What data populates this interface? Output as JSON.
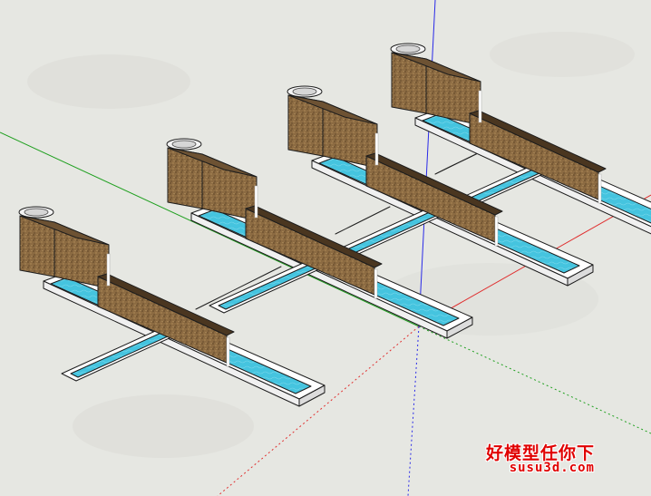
{
  "viewport": {
    "name": "3D model viewport"
  },
  "watermark": {
    "site_name": "好模型任你下",
    "url": "susu3d.com",
    "color": "#e00000"
  },
  "colors": {
    "background": "#e6e7e2",
    "water": "#44c3de",
    "water_dark": "#2ba7c8",
    "stone": "#8a6a40",
    "stone_dark": "#5a4326",
    "rim": "#ffffff",
    "edge": "#1d1d1d",
    "axis_blue": "#2a2ae8",
    "axis_red": "#e03030",
    "axis_green": "#20a020"
  },
  "model": {
    "description_icon": "water-feature-model-icon",
    "fountain_count": 4
  }
}
